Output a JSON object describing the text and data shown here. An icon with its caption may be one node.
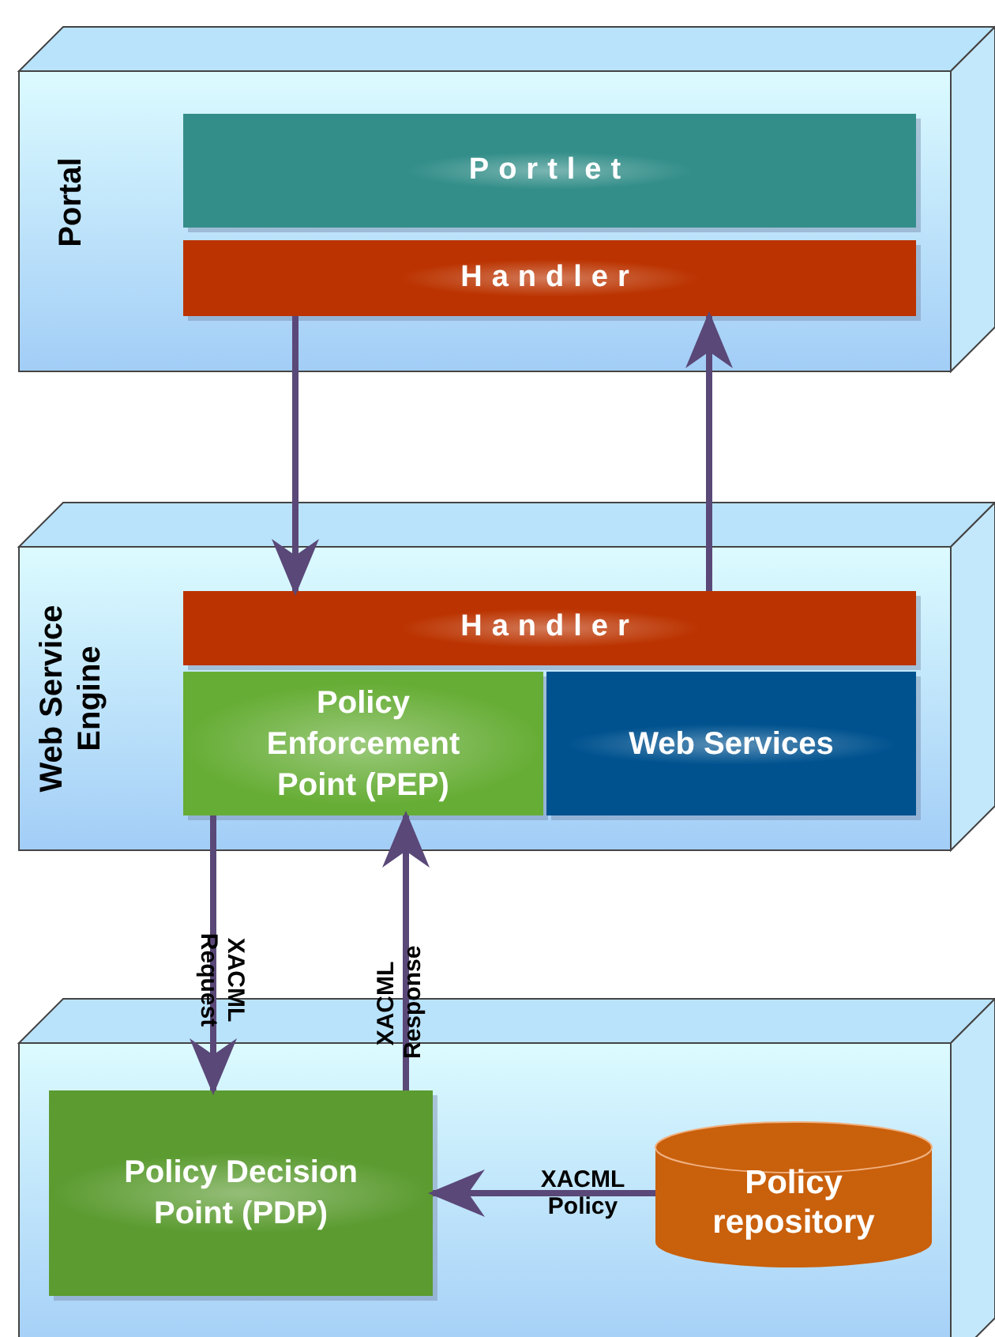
{
  "diagram": {
    "nodes": [
      {
        "text": [
          "Portal"
        ]
      },
      {
        "text": [
          "Portlet"
        ],
        "in": 0
      },
      {
        "text": [
          "Handler"
        ],
        "in": 0
      },
      {
        "text": [
          "Web Service Engine"
        ]
      },
      {
        "text": [
          "Handler"
        ],
        "in": 3
      },
      {
        "text": [
          "Policy Enforcement Point (PEP)"
        ],
        "in": 3
      },
      {
        "text": [
          "Web Services"
        ],
        "in": 3
      },
      {
        "text": [],
        "shape": "box"
      },
      {
        "text": [
          "Policy Decision Point (PDP)"
        ],
        "in": 7
      },
      {
        "text": [
          "Policy repository"
        ],
        "in": 7
      }
    ],
    "edges": [
      {
        "from": 2,
        "to": 4,
        "arrow": "to"
      },
      {
        "from": 4,
        "to": 2,
        "arrow": "to"
      },
      {
        "from": 5,
        "to": 8,
        "arrow": "to",
        "label": "XACML Request"
      },
      {
        "from": 8,
        "to": 5,
        "arrow": "to",
        "label": "XACML Response"
      },
      {
        "from": 9,
        "to": 8,
        "arrow": "to",
        "label": "XACML Policy"
      }
    ]
  }
}
